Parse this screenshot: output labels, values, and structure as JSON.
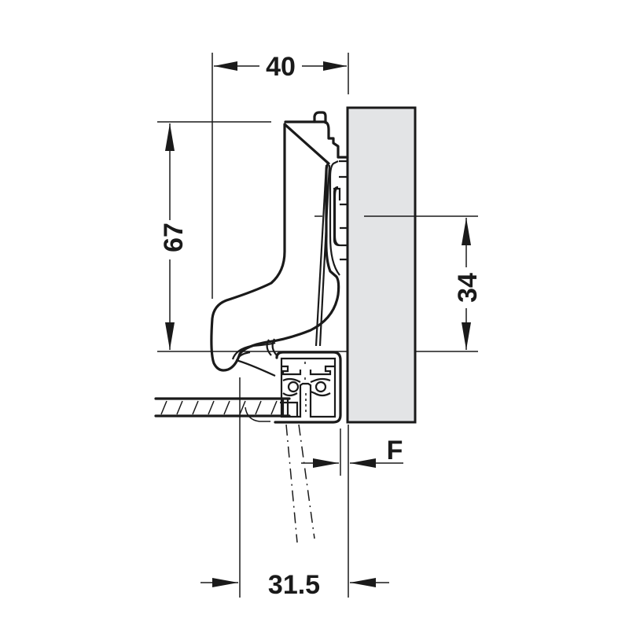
{
  "diagram": {
    "type": "technical-drawing",
    "subject": "concealed cabinet hinge for aluminium frame door",
    "colors": {
      "line": "#1a1a1a",
      "cabinet_side_fill": "#e3e4e6",
      "background": "#ffffff"
    },
    "dimensions": {
      "top_width": {
        "label": "40"
      },
      "left_height": {
        "label": "67"
      },
      "right_height": {
        "label": "34"
      },
      "overlay": {
        "label": "F"
      },
      "bottom_width": {
        "label": "31.5"
      }
    }
  }
}
